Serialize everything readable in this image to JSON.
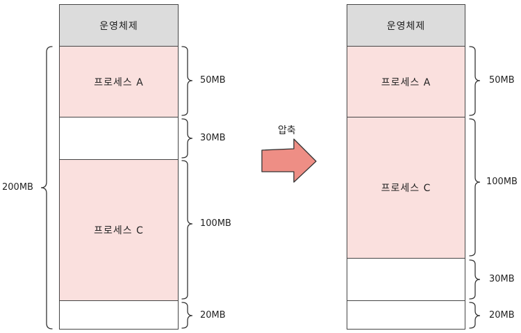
{
  "left": {
    "os": "운영체제",
    "proc_a": "프로세스 A",
    "proc_c": "프로세스 C",
    "size_a": "50MB",
    "size_hole1": "30MB",
    "size_c": "100MB",
    "size_hole2": "20MB",
    "total": "200MB"
  },
  "arrow": {
    "label": "압축",
    "color": "#ee8e85"
  },
  "right": {
    "os": "운영체제",
    "proc_a": "프로세스 A",
    "proc_c": "프로세스 C",
    "size_a": "50MB",
    "size_c": "100MB",
    "size_free1": "30MB",
    "size_free2": "20MB"
  },
  "colors": {
    "os": "#dcdcdc",
    "process": "#fae0de",
    "free": "#ffffff"
  }
}
